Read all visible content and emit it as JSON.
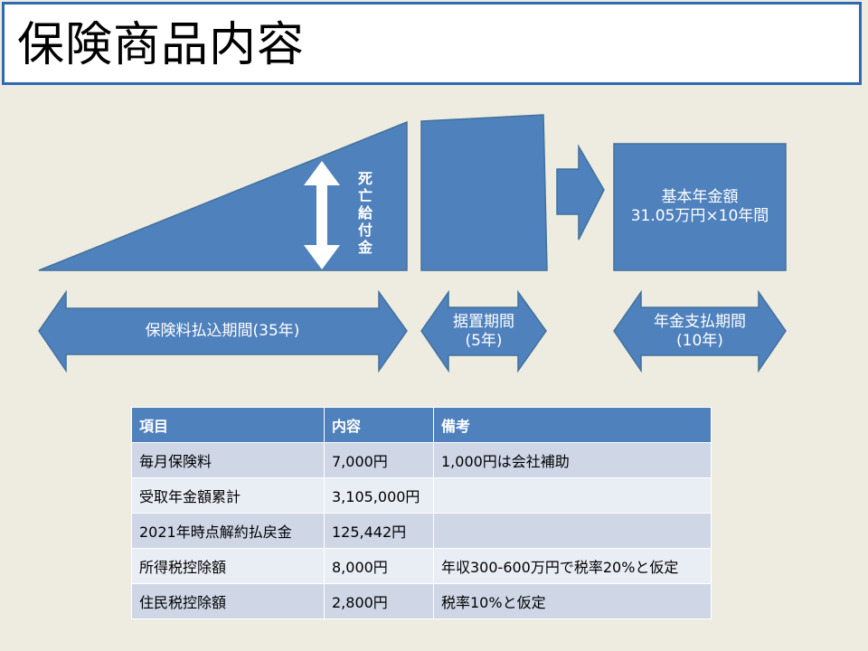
{
  "title": "保険商品内容",
  "colors": {
    "shape_fill": "#4f81bd",
    "shape_stroke": "#41719c",
    "title_border": "#2e6ab4",
    "table_header": "#4f81bd"
  },
  "diagram": {
    "death_benefit_label": [
      "死",
      "亡",
      "給",
      "付",
      "金"
    ],
    "annuity_box_line1": "基本年金額",
    "annuity_box_line2": "31.05万円×10年間",
    "premium_period_label": "保険料払込期間(35年)",
    "deferral_line1": "据置期間",
    "deferral_line2": "(5年)",
    "payout_line1": "年金支払期間",
    "payout_line2": "(10年)"
  },
  "table": {
    "headers": [
      "項目",
      "内容",
      "備考"
    ],
    "rows": [
      [
        "毎月保険料",
        "7,000円",
        "1,000円は会社補助"
      ],
      [
        "受取年金額累計",
        "3,105,000円",
        ""
      ],
      [
        "2021年時点解約払戻金",
        "125,442円",
        ""
      ],
      [
        "所得税控除額",
        "8,000円",
        "年収300-600万円で税率20%と仮定"
      ],
      [
        "住民税控除額",
        "2,800円",
        "税率10%と仮定"
      ]
    ]
  }
}
